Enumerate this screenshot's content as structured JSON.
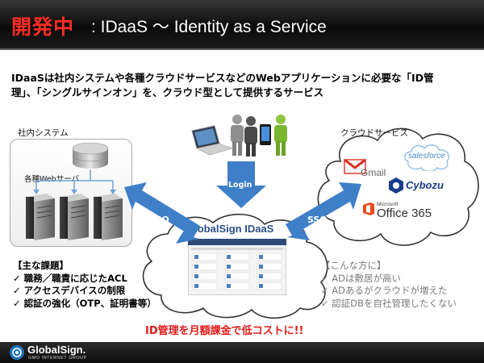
{
  "header": {
    "title_highlight": "開発中",
    "title_rest": ": IDaaS 〜 Identity as a Service"
  },
  "intro": {
    "line1": "IDaaSは社内システムや各種クラウドサービスなどのWebアプリケーションに必要な「ID管",
    "line2": "理」、「シングルサインオン」を、クラウド型として提供するサービス"
  },
  "internal": {
    "caption": "社内システム",
    "servers_label": "各種Webサーバ"
  },
  "cloud": {
    "caption": "クラウドサービス",
    "gmail": "Gmail",
    "salesforce": "salesforce",
    "cybozu": "Cybozu",
    "office_microsoft": "Microsoft",
    "office": "Office 365"
  },
  "center": {
    "login_label": "Login",
    "sso_left": "SSO",
    "sso_right": "SSO",
    "service_name": "GlobalSign IDaaS"
  },
  "issues": {
    "heading": "【主な課題】",
    "items": [
      "職務／職責に応じたACL",
      "アクセスデバイスの制限",
      "認証の強化（OTP、証明書等）"
    ]
  },
  "targets": {
    "heading": "【こんな方に】",
    "items": [
      "ADは敷居が高い",
      "ADあるがクラウドが増えた",
      "認証DBを自社管理したくない"
    ]
  },
  "slogan": "ID管理を月額課金で低コストに!!",
  "footer": {
    "logo": "GlobalSign.",
    "logo_sub": "GMO INTERNET GROUP"
  },
  "colors": {
    "accent_red": "#ff2d24",
    "arrow_blue": "#3f7fc8",
    "slogan_red": "#e01a1a"
  }
}
